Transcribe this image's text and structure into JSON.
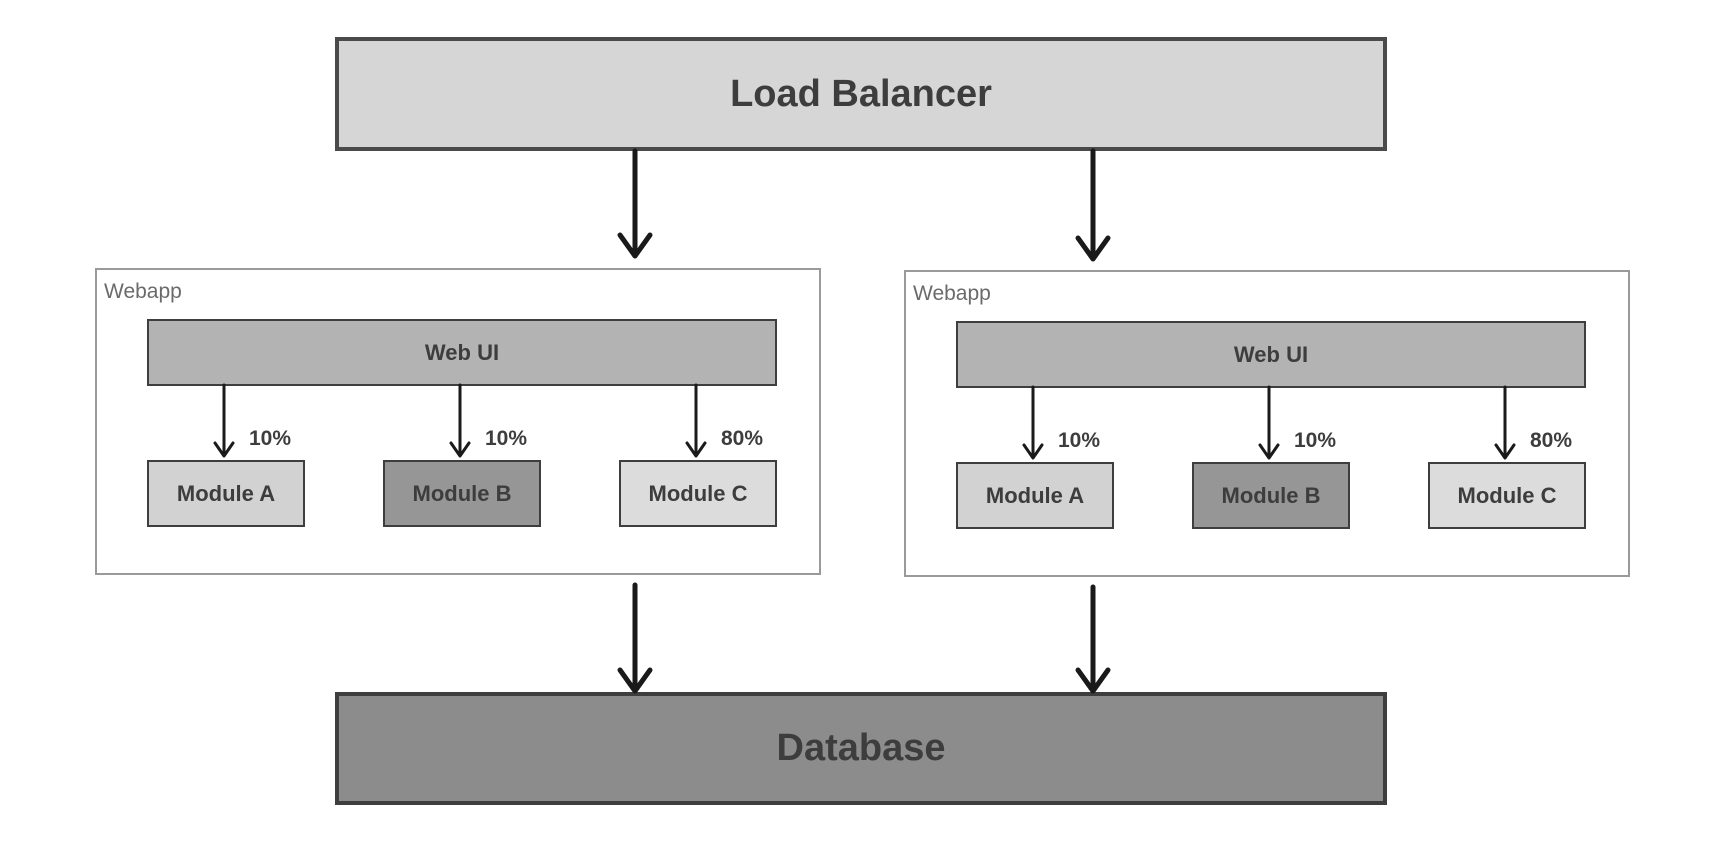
{
  "load_balancer": {
    "label": "Load Balancer"
  },
  "database": {
    "label": "Database"
  },
  "webapps": [
    {
      "title": "Webapp",
      "web_ui": "Web UI",
      "modules": [
        {
          "label": "Module A",
          "share": "10%"
        },
        {
          "label": "Module B",
          "share": "10%"
        },
        {
          "label": "Module C",
          "share": "80%"
        }
      ]
    },
    {
      "title": "Webapp",
      "web_ui": "Web UI",
      "modules": [
        {
          "label": "Module A",
          "share": "10%"
        },
        {
          "label": "Module B",
          "share": "10%"
        },
        {
          "label": "Module C",
          "share": "80%"
        }
      ]
    }
  ],
  "colors": {
    "load_balancer_fill": "#d6d6d6",
    "database_fill": "#8c8c8c",
    "web_ui_fill": "#b3b3b3",
    "module_a_fill": "#d2d2d2",
    "module_b_fill": "#969696",
    "module_c_fill": "#dcdcdc",
    "arrow": "#1a1a1a"
  }
}
